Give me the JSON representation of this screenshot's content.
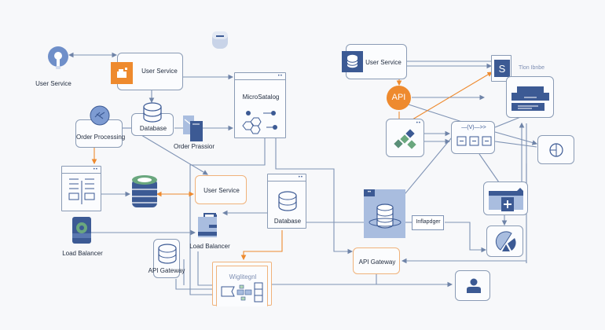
{
  "diagram": {
    "title": "",
    "nodes": {
      "user_service_pin": {
        "label": "User Service",
        "icon": "location-pin-icon"
      },
      "user_service_top": {
        "label": "User Service",
        "icon": "orange-app-icon"
      },
      "db_cylinder_top": {
        "icon": "database-icon"
      },
      "database_top": {
        "label": "Database",
        "icon": "database-icon"
      },
      "order_processing": {
        "label": "Order Processing",
        "icon": "gear-link-icon"
      },
      "order_processor": {
        "label": "Order Prassior",
        "icon": "document-icon"
      },
      "micro_catalog": {
        "label": "MicroSatalog",
        "icon": "hexagon-cluster-icon"
      },
      "form_window": {
        "icon": "form-window-icon"
      },
      "green_db": {
        "icon": "stacked-database-icon"
      },
      "load_balancer_left": {
        "label": "Load Balancer",
        "icon": "load-balancer-icon"
      },
      "user_service_mid": {
        "label": "User Service"
      },
      "load_balancer_mid": {
        "label": "Load Balancer",
        "icon": "server-icon"
      },
      "database_mid": {
        "label": "Database",
        "icon": "database-icon"
      },
      "api_gateway_left": {
        "label": "API Gateway",
        "icon": "database-icon"
      },
      "widget_box": {
        "label": "Wiglitegnl",
        "icon": "components-icon"
      },
      "user_service_right": {
        "label": "User Service",
        "icon": "database-icon"
      },
      "api_badge": {
        "label": "API"
      },
      "green_diamonds": {
        "icon": "diamond-cluster-icon"
      },
      "pipeline": {
        "label": "—(V)—>>",
        "icon": "pipeline-icon"
      },
      "s_service": {
        "label": "S",
        "caption": "Tlon Ibnbe"
      },
      "printer_box": {
        "icon": "printer-icon"
      },
      "clock_box": {
        "icon": "clock-icon"
      },
      "blue_db_panel": {
        "icon": "database-ring-icon"
      },
      "influx_label": {
        "label": "Inflapdger"
      },
      "add_box": {
        "icon": "add-folder-icon"
      },
      "chart_box": {
        "icon": "pie-chart-icon"
      },
      "api_gateway_right": {
        "label": "API Gateway"
      },
      "user_box": {
        "icon": "user-icon"
      }
    },
    "colors": {
      "accent_blue": "#3c5a94",
      "light_blue": "#a9bddf",
      "accent_orange": "#ee8a2e",
      "green": "#6aa77e",
      "line": "#7f93b4"
    }
  }
}
